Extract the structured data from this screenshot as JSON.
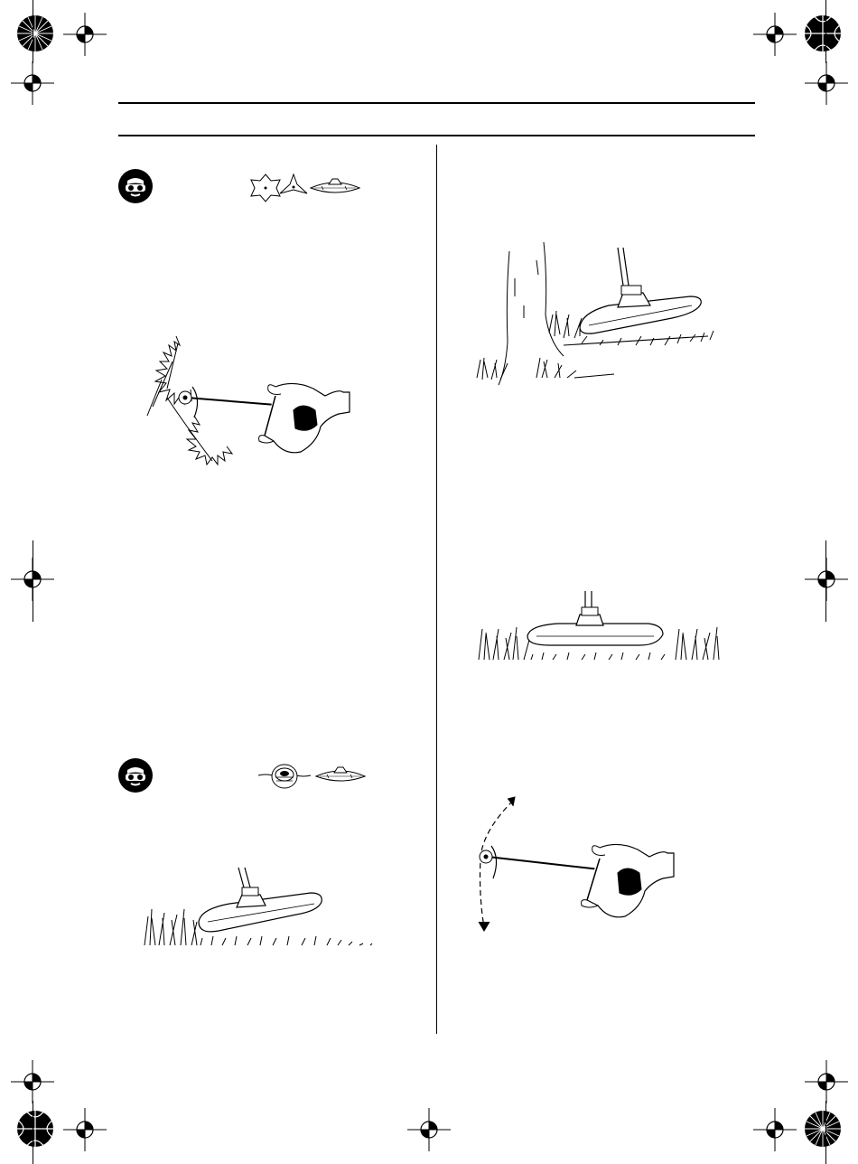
{
  "page": {
    "background": "#ffffff",
    "ink": "#000000"
  },
  "icons": {
    "safety_glasses": "protective-goggles-icon",
    "blade": "grass-blade-icon",
    "trimmer_head": "trimmer-head-icon",
    "guard": "blade-guard-icon",
    "registration": "registration-crosshair-icon",
    "color_wheel": "printer-starburst-icon"
  },
  "illustrations": [
    "clearing-saw-operator-top-view",
    "trimming-around-tree",
    "grass-trimming-blade-level",
    "grass-trimming-blade-tilted",
    "sweeping-operator-top-view"
  ]
}
